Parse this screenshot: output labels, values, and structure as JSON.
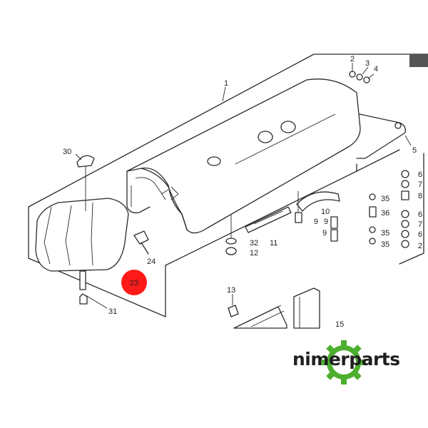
{
  "diagram": {
    "callouts": [
      {
        "id": "c1",
        "text": "1"
      },
      {
        "id": "c2a",
        "text": "2"
      },
      {
        "id": "c3",
        "text": "3"
      },
      {
        "id": "c4",
        "text": "4"
      },
      {
        "id": "c5",
        "text": "5"
      },
      {
        "id": "c30",
        "text": "30"
      },
      {
        "id": "c24",
        "text": "24"
      },
      {
        "id": "c31",
        "text": "31"
      },
      {
        "id": "c32",
        "text": "32"
      },
      {
        "id": "c12",
        "text": "12"
      },
      {
        "id": "c11",
        "text": "11"
      },
      {
        "id": "c10",
        "text": "10"
      },
      {
        "id": "c9a",
        "text": "9"
      },
      {
        "id": "c9b",
        "text": "9"
      },
      {
        "id": "c9c",
        "text": "9"
      },
      {
        "id": "c35a",
        "text": "35"
      },
      {
        "id": "c36",
        "text": "36"
      },
      {
        "id": "c35b",
        "text": "35"
      },
      {
        "id": "c35c",
        "text": "35"
      },
      {
        "id": "c6a",
        "text": "6"
      },
      {
        "id": "c7a",
        "text": "7"
      },
      {
        "id": "c8",
        "text": "8"
      },
      {
        "id": "c6b",
        "text": "6"
      },
      {
        "id": "c7b",
        "text": "7"
      },
      {
        "id": "c6c",
        "text": "6"
      },
      {
        "id": "c2b",
        "text": "2"
      },
      {
        "id": "c13",
        "text": "13"
      },
      {
        "id": "c15",
        "text": "15"
      }
    ],
    "highlight": {
      "label": "23",
      "color": "#ff1a1a",
      "label_color": "#3a3aff"
    }
  },
  "logo": {
    "text_left": "nim",
    "text_right": "erparts",
    "gear_color": "#4caf2e"
  }
}
